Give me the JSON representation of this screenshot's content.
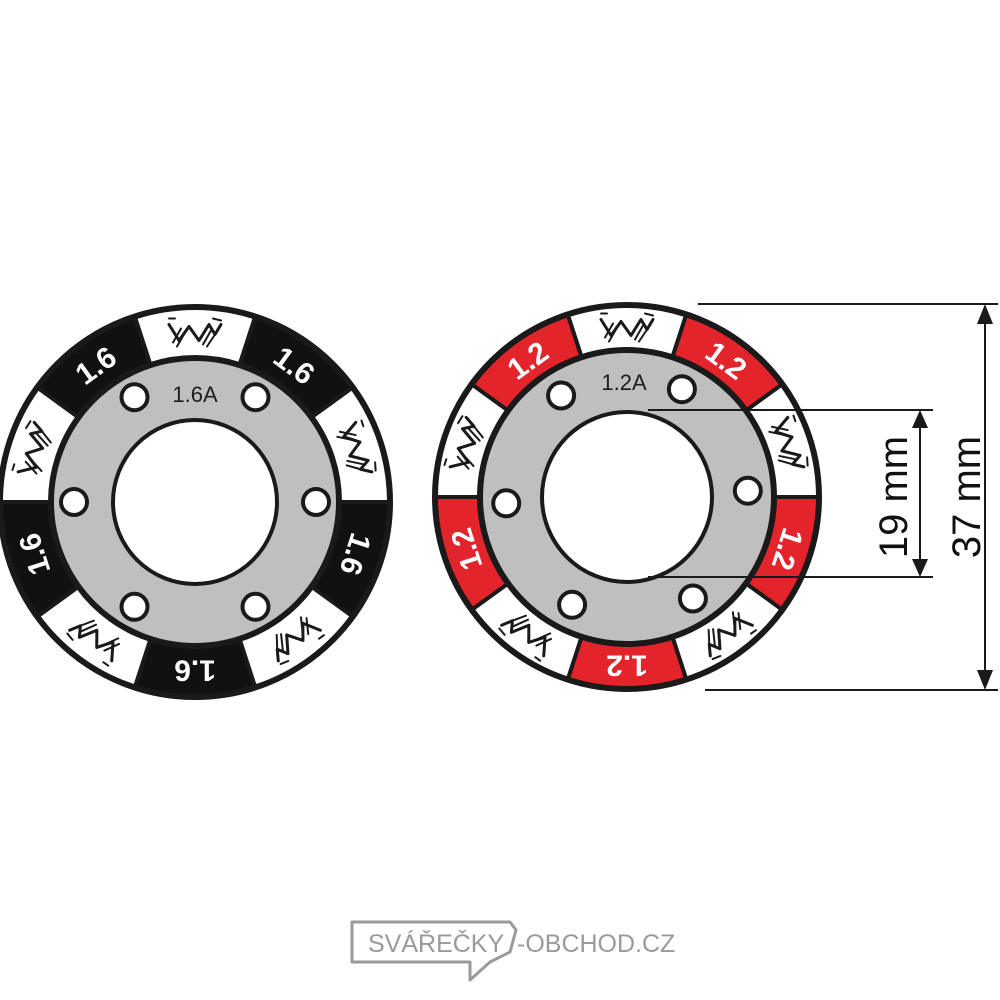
{
  "rollers": [
    {
      "id": "roller-1-6",
      "hub_label": "1.6A",
      "segment_label": "1.6",
      "accent_color": "#111111",
      "segments": [
        "knurl",
        "label",
        "knurl",
        "label",
        "knurl",
        "label",
        "knurl",
        "label",
        "knurl",
        "label"
      ]
    },
    {
      "id": "roller-1-2",
      "hub_label": "1.2A",
      "segment_label": "1.2",
      "accent_color": "#e3242b",
      "segments": [
        "knurl",
        "label",
        "knurl",
        "label",
        "knurl",
        "label",
        "knurl",
        "label",
        "knurl",
        "label"
      ]
    }
  ],
  "dimensions": {
    "inner_diameter": "19 mm",
    "outer_diameter": "37 mm"
  },
  "watermark": {
    "text_left": "SVÁŘEČKY",
    "text_right": "-OBCHOD.CZ"
  },
  "colors": {
    "hub": "#bfbfbf",
    "outline": "#1a1a1a",
    "knurl_bg": "#ffffff",
    "watermark": "#9a9a9a"
  }
}
